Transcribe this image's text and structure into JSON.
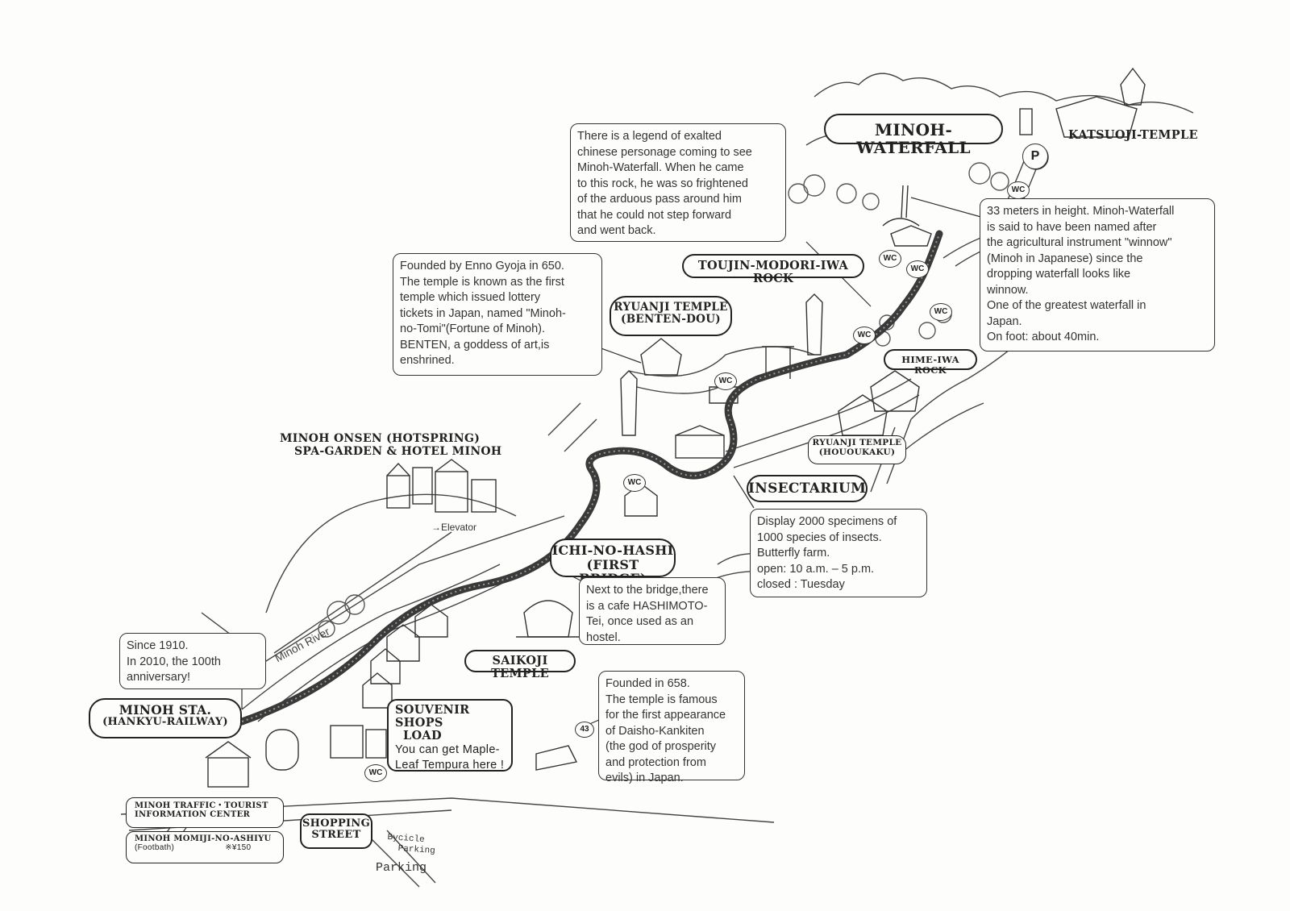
{
  "places": {
    "minoh_waterfall": "MINOH- WATERFALL",
    "katsuoji_temple": "KATSUOJI-TEMPLE",
    "toujin_rock": "TOUJIN-MODORI-IWA ROCK",
    "ryuanji_benten": [
      "RYUANJI TEMPLE",
      "(BENTEN-DOU)"
    ],
    "hime_iwa_rock": "HIME-IWA ROCK",
    "ryuanji_hououkaku": [
      "RYUANJI TEMPLE",
      "(HOUOUKAKU)"
    ],
    "insectarium": "INSECTARIUM",
    "minoh_onsen": [
      "MINOH ONSEN (HOTSPRING)",
      "SPA-GARDEN & HOTEL MINOH"
    ],
    "elevator": "→Elevator",
    "ichi_no_hashi": [
      "ICHI-NO-HASHI",
      "(FIRST BRIDGE)"
    ],
    "saikoji_temple": "SAIKOJI TEMPLE",
    "minoh_river": "Minoh River",
    "minoh_sta": [
      "MINOH STA.",
      "(HANKYU-RAILWAY)"
    ],
    "souvenir_shops": [
      "SOUVENIR SHOPS",
      "LOAD"
    ],
    "shopping_street": [
      "SHOPPING",
      "STREET"
    ],
    "traffic_info": [
      "MINOH TRAFFIC・TOURIST",
      "INFORMATION CENTER"
    ],
    "footbath": [
      "MINOH MOMIJI-NO-ASHIYU",
      "(Footbath)",
      "※¥150"
    ],
    "bicycle_parking": [
      "Bycicle",
      "Parking"
    ],
    "parking": "Parking",
    "route_43": "43",
    "wc": "WC",
    "p_sign": "P"
  },
  "notes": {
    "legend_rock": [
      "There is a legend of exalted",
      "chinese personage coming to see",
      "Minoh-Waterfall. When he came",
      "to this rock, he was so frightened",
      "of the arduous pass around him",
      "that he could not step forward",
      "and went back."
    ],
    "waterfall_info": [
      "33 meters in height. Minoh-Waterfall",
      "is said to have been named after",
      "the agricultural instrument \"winnow\"",
      "(Minoh in Japanese) since the",
      "dropping waterfall looks like",
      "winnow.",
      "One of the greatest waterfall in",
      "Japan.",
      "On foot: about 40min."
    ],
    "ryuanji_info": [
      "Founded by Enno Gyoja in 650.",
      "The temple is known as the first",
      "temple which issued lottery",
      "tickets in Japan, named \"Minoh-",
      "no-Tomi\"(Fortune of Minoh).",
      "BENTEN, a goddess of art,is",
      "enshrined."
    ],
    "insect_info": [
      "Display 2000 specimens of",
      "1000 species of insects.",
      "Butterfly farm.",
      "open: 10 a.m. – 5 p.m.",
      "closed : Tuesday"
    ],
    "bridge_info": [
      "Next to the bridge,there",
      "is a cafe HASHIMOTO-",
      "Tei, once used as an",
      "hostel."
    ],
    "station_info": [
      "Since 1910.",
      "In 2010, the 100th",
      "anniversary!"
    ],
    "souvenir_info": [
      "You can get Maple-",
      "Leaf Tempura here !"
    ],
    "saikoji_info": [
      "Founded in 658.",
      "The temple is famous",
      "for the first appearance",
      "of Daisho-Kankiten",
      "(the god of prosperity",
      "and protection from",
      "evils) in Japan."
    ]
  },
  "colors": {
    "ink": "#222222",
    "paper": "#fdfdfb",
    "trail": "#3a3a3a"
  }
}
